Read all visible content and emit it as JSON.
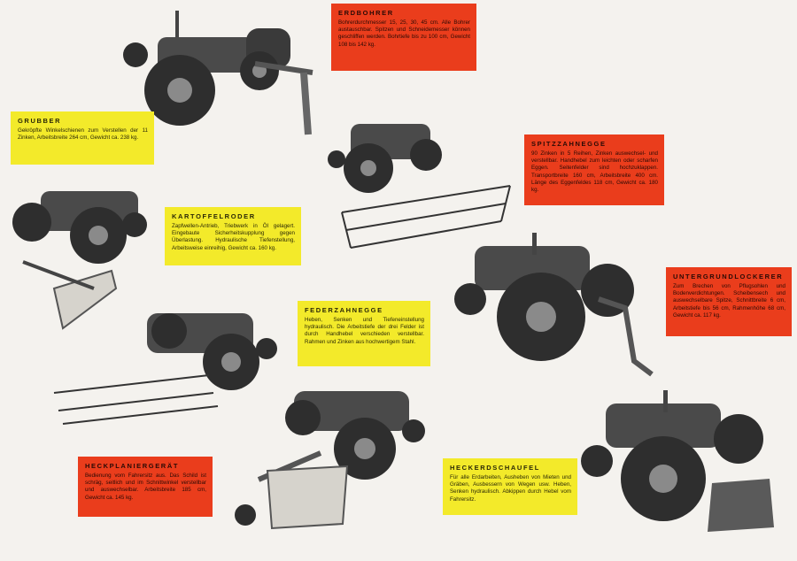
{
  "colors": {
    "red": "#ea3d1c",
    "yellow": "#f3ea2a",
    "paper": "#f4f2ee",
    "tractor": "#3a3a3a"
  },
  "items": [
    {
      "title": "ERDBOHRER",
      "text": "Bohrerdurchmesser 15, 25, 30, 45 cm. Alle Bohrer austauschbar. Spitzen und Schneidemesser können geschliffen werden. Bohrtiefe bis zu 100 cm, Gewicht 108 bis 142 kg."
    },
    {
      "title": "GRUBBER",
      "text": "Gekröpfte Winkelschienen zum Verstellen der 11 Zinken, Arbeitsbreite 264 cm, Gewicht ca. 238 kg."
    },
    {
      "title": "SPITZZAHNEGGE",
      "text": "90 Zinken in 5 Reihen, Zinken auswechsel- und verstellbar. Handhebel zum leichten oder scharfen Eggen. Seitenfelder sind hochzuklappen. Transportbreite 160 cm, Arbeitsbreite 400 cm. Länge des Eggenfeldes 118 cm, Gewicht ca. 180 kg."
    },
    {
      "title": "KARTOFFELRODER",
      "text": "Zapfwellen-Antrieb, Triebwerk in Öl gelagert. Eingebaute Sicherheitskupplung gegen Überlastung. Hydraulische Tiefenstellung, Arbeitsweise einreihig, Gewicht ca. 160 kg."
    },
    {
      "title": "UNTERGRUNDLOCKERER",
      "text": "Zum Brechen von Pflugsohlen und Bodenverdichtungen. Scheibensech und auswechselbare Spitze, Schnittbreite 6 cm, Arbeitstiefe bis 56 cm, Rahmenhöhe 68 cm, Gewicht ca. 117 kg."
    },
    {
      "title": "FEDERZAHNEGGE",
      "text": "Heben, Senken und Tiefeneinstellung hydraulisch. Die Arbeitstiefe der drei Felder ist durch Handhebel verschieden verstellbar. Rahmen und Zinken aus hochwertigem Stahl."
    },
    {
      "title": "HECKPLANIERGERÄT",
      "text": "Bedienung vom Fahrersitz aus. Das Schild ist schräg, seitlich und im Schnittwinkel verstellbar und auswechselbar. Arbeitsbreite 185 cm, Gewicht ca. 145 kg."
    },
    {
      "title": "HECKERDSCHAUFEL",
      "text": "Für alle Erdarbeiten, Ausheben von Mieten und Gräben, Ausbessern von Wegen usw. Heben, Senken hydraulisch. Abkippen durch Hebel vom Fahrersitz."
    }
  ]
}
